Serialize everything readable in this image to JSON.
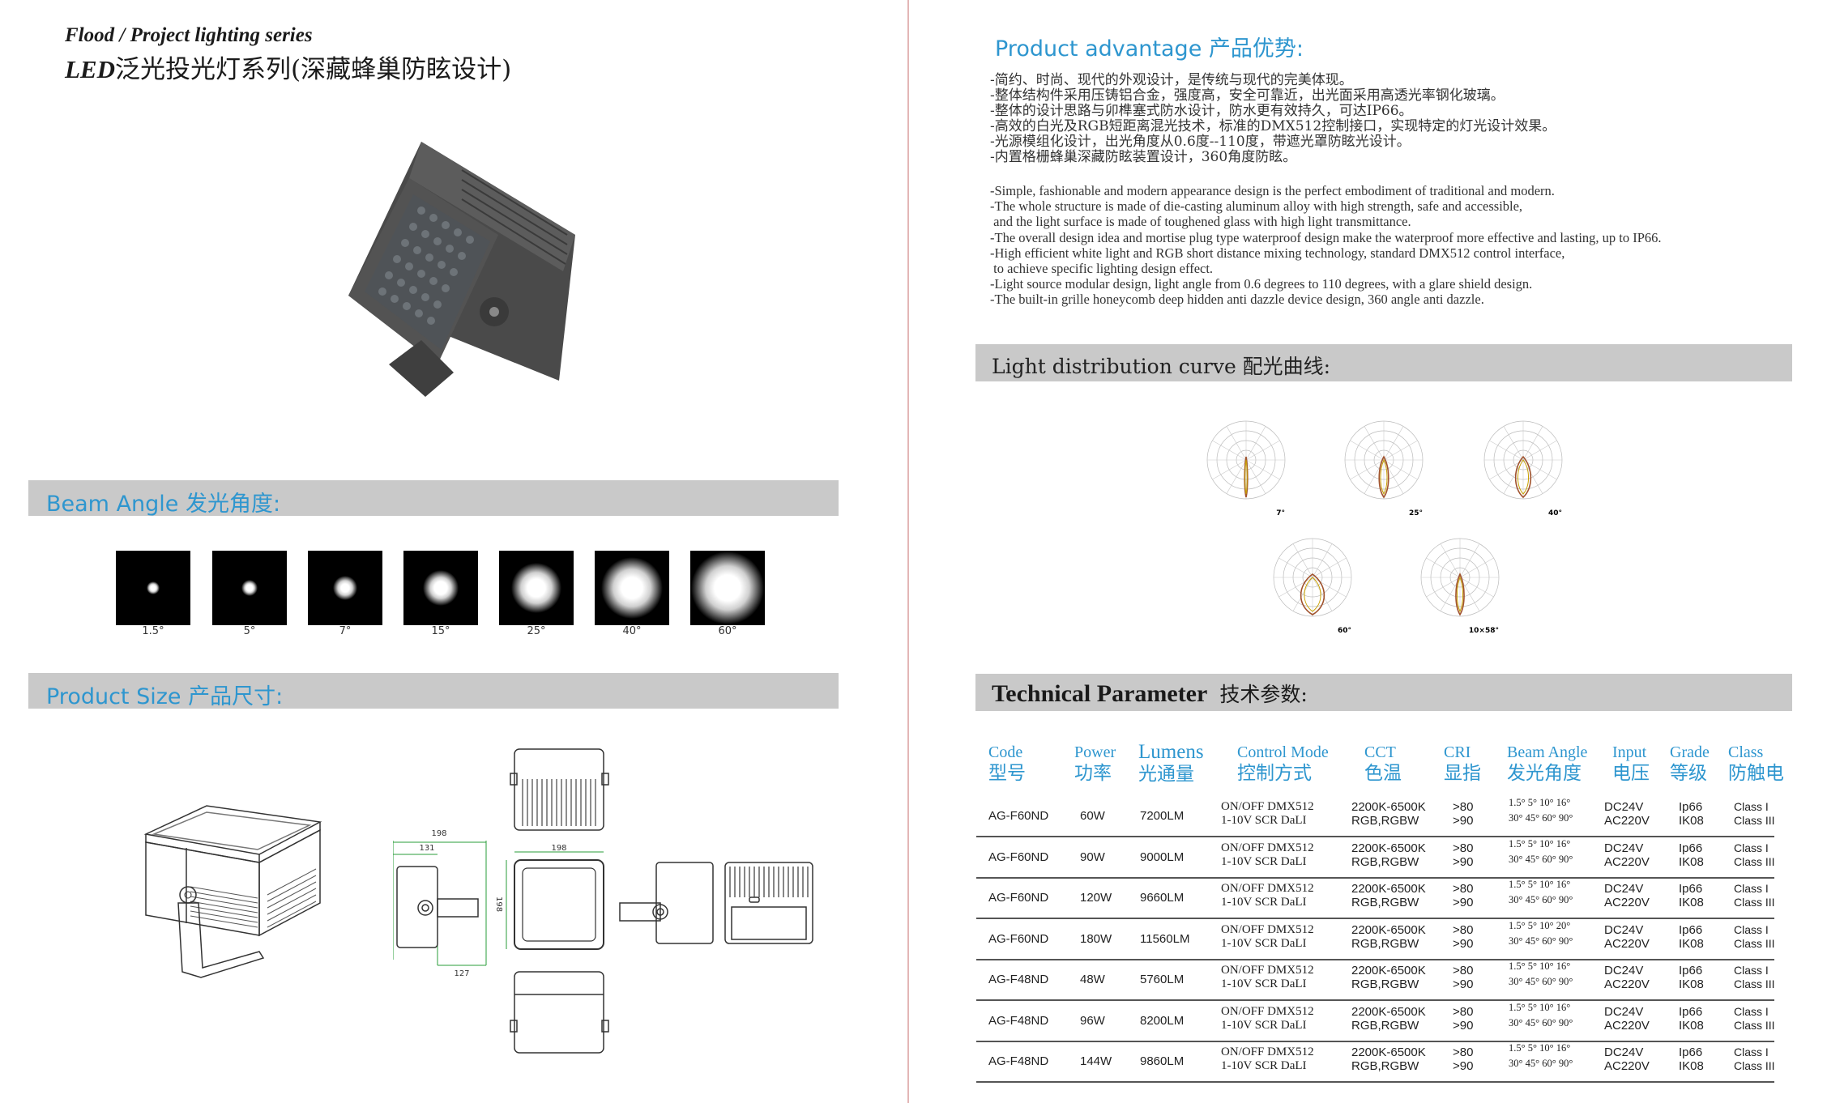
{
  "header": {
    "series": "Flood / Project lighting  series",
    "title_led": "LED",
    "title_rest": "泛光投光灯系列(深藏蜂巢防眩设计)"
  },
  "beam": {
    "title": "Beam Angle  发光角度:",
    "items": [
      {
        "label": "1.5°",
        "glow": 0.18
      },
      {
        "label": "5°",
        "glow": 0.22
      },
      {
        "label": "7°",
        "glow": 0.32
      },
      {
        "label": "15°",
        "glow": 0.48
      },
      {
        "label": "25°",
        "glow": 0.68
      },
      {
        "label": "40°",
        "glow": 0.82
      },
      {
        "label": "60°",
        "glow": 0.98
      }
    ]
  },
  "size": {
    "title": "Product Size  产品尺寸:",
    "dims": {
      "w1": "198",
      "w2": "131",
      "w3": "198",
      "h": "198",
      "d": "127"
    }
  },
  "advantage": {
    "title": "Product advantage  产品优势:",
    "cn": [
      "-简约、时尚、现代的外观设计，是传统与现代的完美体现。",
      "-整体结构件采用压铸铝合金，强度高，安全可靠近，出光面采用高透光率钢化玻璃。",
      "-整体的设计思路与卯榫塞式防水设计，防水更有效持久，可达IP66。",
      "-高效的白光及RGB短距离混光技术，标准的DMX512控制接口，实现特定的灯光设计效果。",
      "-光源模组化设计，出光角度从0.6度--110度，带遮光罩防眩光设计。",
      "-内置格栅蜂巢深藏防眩装置设计，360角度防眩。"
    ],
    "en": [
      "-Simple, fashionable and modern appearance design is the perfect embodiment of traditional and modern.",
      "-The whole structure is made of die-casting aluminum alloy with high strength, safe and accessible,",
      " and the light surface is made of toughened glass with high light transmittance.",
      "-The overall design idea and mortise plug type waterproof design make the waterproof more effective and lasting, up to IP66.",
      "-High efficient white light and RGB short distance mixing technology, standard DMX512 control interface,",
      " to achieve specific lighting design effect.",
      "-Light source modular design, light angle from 0.6 degrees to 110 degrees, with a glare shield design.",
      "-The built-in grille honeycomb deep hidden anti dazzle device design, 360 angle anti dazzle."
    ]
  },
  "curve": {
    "title": "Light  distribution curve   配光曲线:",
    "labels": [
      "7°",
      "25°",
      "40°",
      "60°",
      "10×58°"
    ]
  },
  "tech": {
    "title": "Technical Parameter",
    "title_cn": "技术参数:",
    "headers": [
      {
        "en": "Code",
        "cn": "型号"
      },
      {
        "en": "Power",
        "cn": "功率"
      },
      {
        "en": "Lumens",
        "cn": "光通量"
      },
      {
        "en": "Control Mode",
        "cn": "控制方式"
      },
      {
        "en": "CCT",
        "cn": "色温"
      },
      {
        "en": "CRI",
        "cn": "显指"
      },
      {
        "en": "Beam Angle",
        "cn": "发光角度"
      },
      {
        "en": "Input",
        "cn": "电压"
      },
      {
        "en": "Grade",
        "cn": "等级"
      },
      {
        "en": "Class",
        "cn": "防触电"
      }
    ],
    "rows": [
      {
        "code": "AG-F60ND",
        "power": "60W",
        "lumens": "7200LM",
        "control1": "ON/OFF  DMX512",
        "control2": "1-10V  SCR  DaLI",
        "cct1": "2200K-6500K",
        "cct2": "RGB,RGBW",
        "cri1": ">80",
        "cri2": ">90",
        "beam1": "1.5°  5°  10°  16°",
        "beam2": "30°  45°  60°  90°",
        "in1": "DC24V",
        "in2": "AC220V",
        "g1": "Ip66",
        "g2": "IK08",
        "cl1": "Class I",
        "cl2": "Class III"
      },
      {
        "code": "AG-F60ND",
        "power": "90W",
        "lumens": "9000LM",
        "control1": "ON/OFF  DMX512",
        "control2": "1-10V  SCR  DaLI",
        "cct1": "2200K-6500K",
        "cct2": "RGB,RGBW",
        "cri1": ">80",
        "cri2": ">90",
        "beam1": "1.5°  5°  10°  16°",
        "beam2": "30°  45°  60°  90°",
        "in1": "DC24V",
        "in2": "AC220V",
        "g1": "Ip66",
        "g2": "IK08",
        "cl1": "Class I",
        "cl2": "Class III"
      },
      {
        "code": "AG-F60ND",
        "power": "120W",
        "lumens": "9660LM",
        "control1": "ON/OFF  DMX512",
        "control2": "1-10V  SCR  DaLI",
        "cct1": "2200K-6500K",
        "cct2": "RGB,RGBW",
        "cri1": ">80",
        "cri2": ">90",
        "beam1": "1.5°  5°  10°  16°",
        "beam2": "30°  45°  60°  90°",
        "in1": "DC24V",
        "in2": "AC220V",
        "g1": "Ip66",
        "g2": "IK08",
        "cl1": "Class I",
        "cl2": "Class III"
      },
      {
        "code": "AG-F60ND",
        "power": "180W",
        "lumens": "11560LM",
        "control1": "ON/OFF  DMX512",
        "control2": "1-10V  SCR  DaLI",
        "cct1": "2200K-6500K",
        "cct2": "RGB,RGBW",
        "cri1": ">80",
        "cri2": ">90",
        "beam1": "1.5°  5°  10°  20°",
        "beam2": "30°  45°  60°  90°",
        "in1": "DC24V",
        "in2": "AC220V",
        "g1": "Ip66",
        "g2": "IK08",
        "cl1": "Class I",
        "cl2": "Class III"
      },
      {
        "code": "AG-F48ND",
        "power": "48W",
        "lumens": "5760LM",
        "control1": "ON/OFF  DMX512",
        "control2": "1-10V  SCR  DaLI",
        "cct1": "2200K-6500K",
        "cct2": "RGB,RGBW",
        "cri1": ">80",
        "cri2": ">90",
        "beam1": "1.5°  5°  10°  16°",
        "beam2": "30°  45°  60°  90°",
        "in1": "DC24V",
        "in2": "AC220V",
        "g1": "Ip66",
        "g2": "IK08",
        "cl1": "Class I",
        "cl2": "Class III"
      },
      {
        "code": "AG-F48ND",
        "power": "96W",
        "lumens": "8200LM",
        "control1": "ON/OFF  DMX512",
        "control2": "1-10V  SCR  DaLI",
        "cct1": "2200K-6500K",
        "cct2": "RGB,RGBW",
        "cri1": ">80",
        "cri2": ">90",
        "beam1": "1.5°  5°  10°  16°",
        "beam2": "30°  45°  60°  90°",
        "in1": "DC24V",
        "in2": "AC220V",
        "g1": "Ip66",
        "g2": "IK08",
        "cl1": "Class I",
        "cl2": "Class III"
      },
      {
        "code": "AG-F48ND",
        "power": "144W",
        "lumens": "9860LM",
        "control1": "ON/OFF  DMX512",
        "control2": "1-10V  SCR  DaLI",
        "cct1": "2200K-6500K",
        "cct2": "RGB,RGBW",
        "cri1": ">80",
        "cri2": ">90",
        "beam1": "1.5°  5°  10°  16°",
        "beam2": "30°  45°  60°  90°",
        "in1": "DC24V",
        "in2": "AC220V",
        "g1": "Ip66",
        "g2": "IK08",
        "cl1": "Class I",
        "cl2": "Class III"
      }
    ]
  },
  "colors": {
    "accent": "#2e96cf",
    "band": "#c9c9c9",
    "divider": "#e3b6b6"
  }
}
